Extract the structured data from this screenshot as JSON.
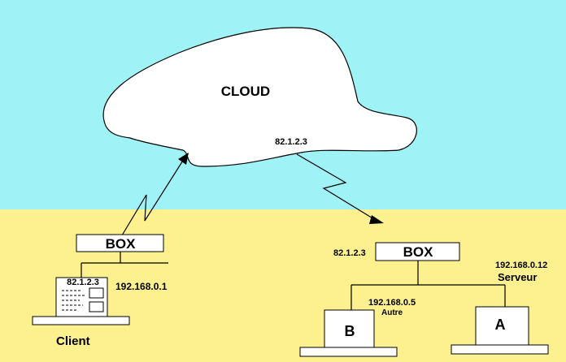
{
  "colors": {
    "sky": "#9ff2f5",
    "ground": "#fdf08f",
    "cloud": "#ffffff",
    "ink": "#000000",
    "box": "#ffffff"
  },
  "cloud": {
    "label": "CLOUD",
    "ip": "82.1.2.3"
  },
  "client_box": {
    "label": "BOX"
  },
  "client": {
    "ip_public": "82.1.2.3",
    "ip_local": "192.168.0.1",
    "label": "Client"
  },
  "server_box": {
    "label": "BOX",
    "ip_public": "82.1.2.3"
  },
  "machine_b": {
    "label": "B",
    "ip": "192.168.0.5",
    "role": "Autre"
  },
  "machine_a": {
    "label": "A",
    "ip": "192.168.0.12",
    "role": "Serveur"
  }
}
